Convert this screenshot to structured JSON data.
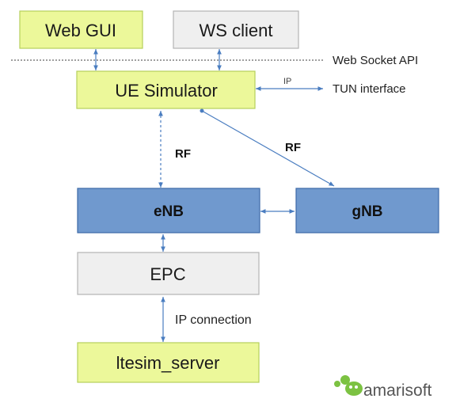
{
  "colors": {
    "green_fill": "#ecf89a",
    "green_border": "#b6cf5a",
    "gray_fill": "#efefef",
    "gray_border": "#b3b3b3",
    "blue_fill": "#7099ce",
    "blue_border": "#3d6aa8",
    "arrow": "#4a7dc0",
    "dotted_line": "#666666",
    "logo_green": "#7cc242",
    "logo_text": "#555555"
  },
  "nodes": {
    "web_gui": "Web GUI",
    "ws_client": "WS client",
    "ue_simulator": "UE Simulator",
    "enb": "eNB",
    "gnb": "gNB",
    "epc": "EPC",
    "ltesim_server": "ltesim_server"
  },
  "labels": {
    "web_socket_api": "Web Socket API",
    "ip": "IP",
    "tun_interface": "TUN interface",
    "rf_left": "RF",
    "rf_right": "RF",
    "ip_connection": "IP connection"
  },
  "logo": {
    "text": "amarisoft",
    "icon": "amarisoft-logo-icon"
  }
}
